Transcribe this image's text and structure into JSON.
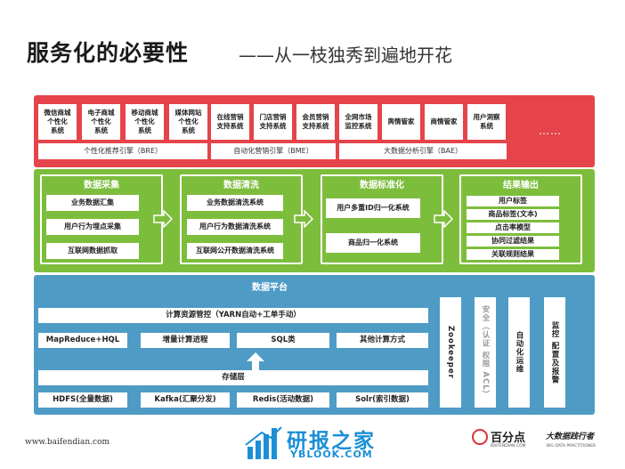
{
  "title": {
    "main": "服务化的必要性",
    "sub": "——从一枝独秀到遍地开花"
  },
  "apps": [
    "微信商城\n个性化\n系统",
    "电子商城\n个性化\n系统",
    "移动商城\n个性化\n系统",
    "媒体网站\n个性化\n系统",
    "在线营销\n支持系统",
    "门店营销\n支持系统",
    "会员营销\n支持系统",
    "全网市场\n监控系统",
    "舆情管家",
    "商情管家",
    "用户洞察\n系统"
  ],
  "more": "……",
  "engines": [
    "个性化推荐引擎（BRE）",
    "自动化营销引擎（BME）",
    "大数据分析引擎（BAE）"
  ],
  "pipeline": {
    "collect": {
      "title": "数据采集",
      "items": [
        "业务数据汇集",
        "用户行为埋点采集",
        "互联网数据抓取"
      ]
    },
    "clean": {
      "title": "数据清洗",
      "items": [
        "业务数据清洗系统",
        "用户行为数据清洗系统",
        "互联网公开数据清洗系统"
      ]
    },
    "standardize": {
      "title": "数据标准化",
      "items": [
        "用户多重ID归一化系统",
        "商品归一化系统"
      ]
    },
    "output": {
      "title": "结果输出",
      "items": [
        "用户标签",
        "商品标签(文本)",
        "点击率模型",
        "协同过滤结果",
        "关联规则结果"
      ]
    }
  },
  "platform": {
    "title": "数据平台",
    "resource": "计算资源管控（YARN自动+工单手动）",
    "compute": [
      "MapReduce+HQL",
      "增量计算进程",
      "SQL类",
      "其他计算方式"
    ],
    "storage_title": "存储层",
    "storage": [
      "HDFS(全量数据)",
      "Kafka(汇聚分发)",
      "Redis(活动数据)",
      "Solr(索引数据)"
    ],
    "side": [
      "Zookeeper",
      "安全（认证 权限 ACL）",
      "自动化运维",
      "监控 配置及报警"
    ]
  },
  "footer": {
    "url": "www.baifendian.com",
    "watermark_cn": "研报之家",
    "watermark_en": "YBLOOK.COM",
    "brand_cn": "百分点",
    "brand_url": "BAIFENDIAN.COM",
    "practitioner_cn": "大数据践行者",
    "practitioner_en": "BIG DATA PRACTITIONER"
  },
  "colors": {
    "app_layer": "#e5444a",
    "processing_layer": "#7dbd3c",
    "platform_layer": "#4e9bc6",
    "watermark": "#1c8fd6"
  }
}
